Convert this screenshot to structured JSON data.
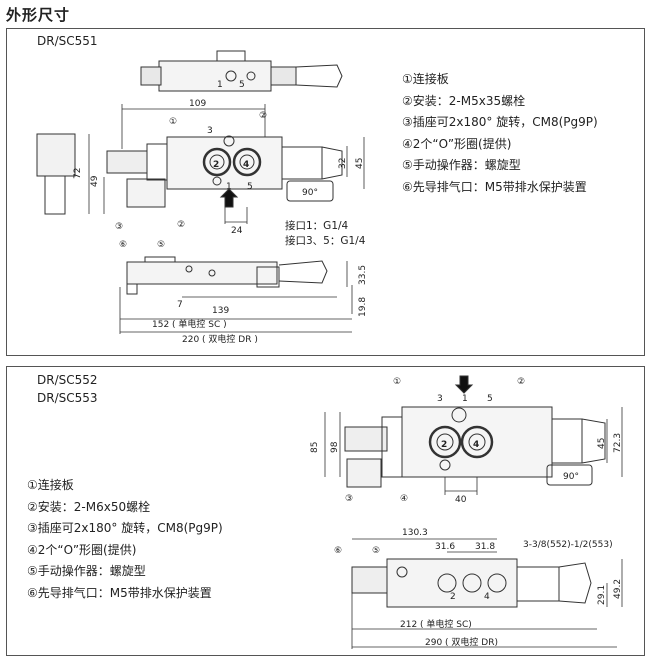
{
  "title": "外形尺寸",
  "panel1": {
    "model": "DR/SC551",
    "legend": [
      "①连接板",
      "②安装：2-M5x35螺栓",
      "③插座可2x180° 旋转，CM8(Pg9P)",
      "④2个“O”形圈(提供)",
      "⑤手动操作器：螺旋型",
      "⑥先导排气口：M5带排水保护装置"
    ],
    "ports": [
      "接口1：G1/4",
      "接口3、5：G1/4"
    ],
    "dims": {
      "d109": "109",
      "d72": "72",
      "d49": "49",
      "d32": "32",
      "d45": "45",
      "d24": "24",
      "d33_5": "33.5",
      "d19_8": "19.8",
      "d7": "7",
      "d139": "139",
      "d152": "152 ( 单电控 SC )",
      "d220": "220 ( 双电控 DR )"
    },
    "labels": {
      "c1": "①",
      "c2": "②",
      "c3": "③",
      "c5": "⑤",
      "c6": "⑥",
      "p3": "3",
      "p1": "1",
      "p5": "5",
      "p1t": "1",
      "p5t": "5",
      "p2": "2",
      "p4": "4",
      "deg": "90°"
    }
  },
  "panel2": {
    "models": [
      "DR/SC552",
      "DR/SC553"
    ],
    "legend": [
      "①连接板",
      "②安装：2-M6x50螺栓",
      "③插座可2x180° 旋转，CM8(Pg9P)",
      "④2个“O”形圈(提供)",
      "⑤手动操作器：螺旋型",
      "⑥先导排气口：M5带排水保护装置"
    ],
    "dims": {
      "d85": "85",
      "d98": "98",
      "d45": "45",
      "d72_3": "72.3",
      "d40": "40",
      "d130_3": "130.3",
      "d31_6": "31.6",
      "d31_8": "31.8",
      "port_note": "3-3/8(552)-1/2(553)",
      "d29_1": "29.1",
      "d49_2": "49.2",
      "d212": "212 ( 单电控 SC)",
      "d290": "290 ( 双电控 DR)"
    },
    "labels": {
      "c1": "①",
      "c2": "②",
      "c3": "③",
      "c4": "④",
      "c5": "⑤",
      "c6": "⑥",
      "p3": "3",
      "p1": "1",
      "p5": "5",
      "p2": "2",
      "p4": "4",
      "deg": "90°"
    }
  }
}
